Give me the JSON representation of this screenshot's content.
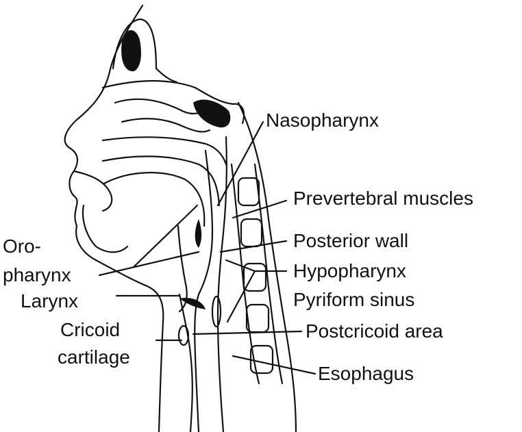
{
  "labels": {
    "nasopharynx": "Nasopharynx",
    "prevertebral_muscles": "Prevertebral muscles",
    "oropharynx_line1": "Oro-",
    "oropharynx_line2": "pharynx",
    "posterior_wall": "Posterior wall",
    "hypopharynx": "Hypopharynx",
    "pyriform_sinus": "Pyriform sinus",
    "larynx": "Larynx",
    "cricoid_line1": "Cricoid",
    "cricoid_line2": "cartilage",
    "postcricoid_area": "Postcricoid area",
    "esophagus": "Esophagus"
  },
  "colors": {
    "ink": "#111111",
    "background": "#ffffff"
  }
}
